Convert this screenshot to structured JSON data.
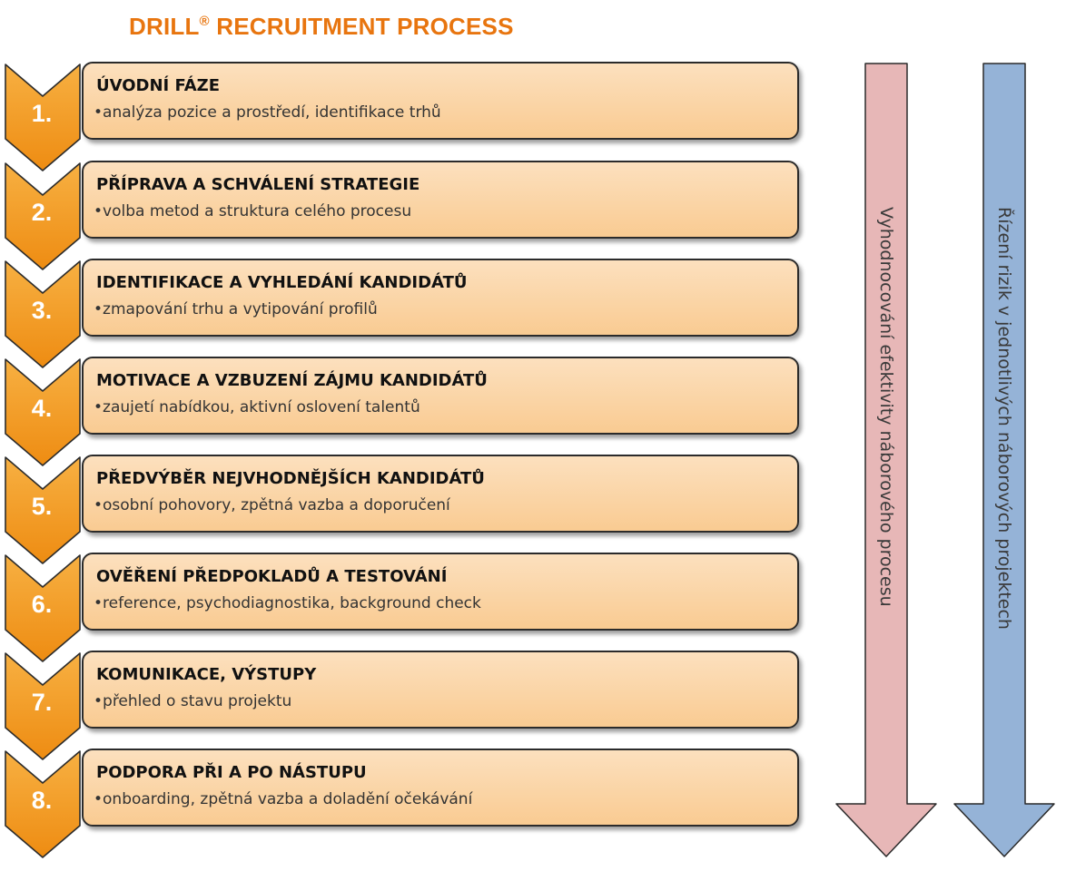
{
  "title": {
    "main": "DRILL",
    "mark": "®",
    "rest": " RECRUITMENT PROCESS"
  },
  "steps": [
    {
      "number": "1.",
      "title": "ÚVODNÍ FÁZE",
      "subtitle": "•analýza pozice a prostředí, identifikace trhů"
    },
    {
      "number": "2.",
      "title": "PŘÍPRAVA A SCHVÁLENÍ STRATEGIE",
      "subtitle": "•volba metod a struktura celého procesu"
    },
    {
      "number": "3.",
      "title": "IDENTIFIKACE A VYHLEDÁNÍ KANDIDÁTŮ",
      "subtitle": "•zmapování trhu a vytipování profilů"
    },
    {
      "number": "4.",
      "title": "MOTIVACE A VZBUZENÍ ZÁJMU KANDIDÁTŮ",
      "subtitle": "•zaujetí nabídkou, aktivní oslovení talentů"
    },
    {
      "number": "5.",
      "title": "PŘEDVÝBĚR NEJVHODNĚJŠÍCH KANDIDÁTŮ",
      "subtitle": "•osobní pohovory, zpětná vazba a doporučení"
    },
    {
      "number": "6.",
      "title": "OVĚŘENÍ PŘEDPOKLADŮ A TESTOVÁNÍ",
      "subtitle": "•reference, psychodiagnostika, background check"
    },
    {
      "number": "7.",
      "title": "KOMUNIKACE, VÝSTUPY",
      "subtitle": "•přehled o stavu projektu"
    },
    {
      "number": "8.",
      "title": "PODPORA PŘI A PO NÁSTUPU",
      "subtitle": "•onboarding, zpětná vazba a doladění očekávání"
    }
  ],
  "side_arrows": [
    {
      "label": "Vyhodnocování efektivity náborového procesu",
      "color": "#E7B7B7"
    },
    {
      "label": "Řízení rizik v jednotlivých náborových projektech",
      "color": "#95B3D7"
    }
  ],
  "colors": {
    "title": "#E8750F",
    "chevron": "#F39A1E",
    "box_fill": "#FAD3A3"
  }
}
